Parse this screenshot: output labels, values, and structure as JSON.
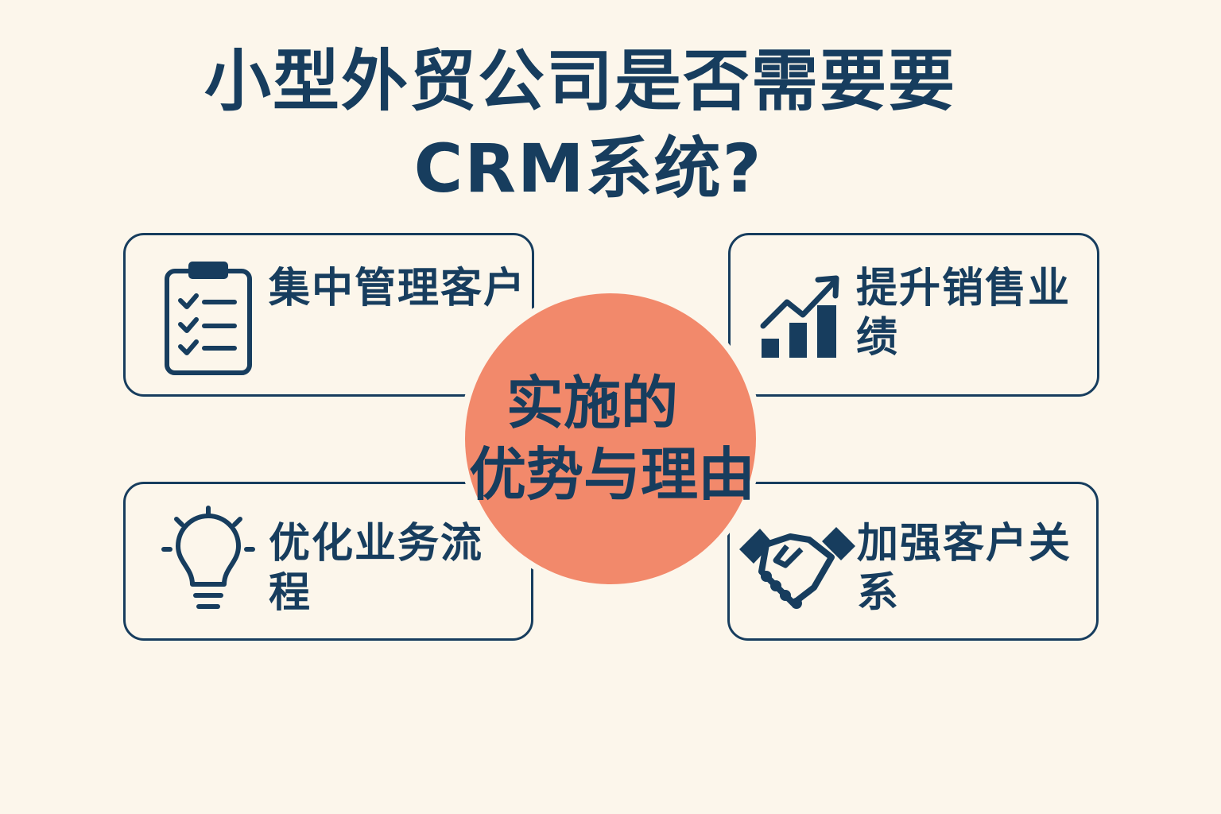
{
  "title": {
    "line1": "小型外贸公司是否需要要",
    "line2": "CRM系统?"
  },
  "center": {
    "line1": "实施的",
    "line2": "优势与理由"
  },
  "cards": [
    {
      "label": "集中管理客户",
      "icon": "clipboard-checklist-icon"
    },
    {
      "label": "提升销售业绩",
      "icon": "growth-chart-icon"
    },
    {
      "label": "优化业务流程",
      "icon": "lightbulb-icon"
    },
    {
      "label": "加强客户关系",
      "icon": "handshake-icon"
    }
  ],
  "colors": {
    "background": "#fcf6eb",
    "navy": "#173d5e",
    "accent": "#f2896b"
  }
}
